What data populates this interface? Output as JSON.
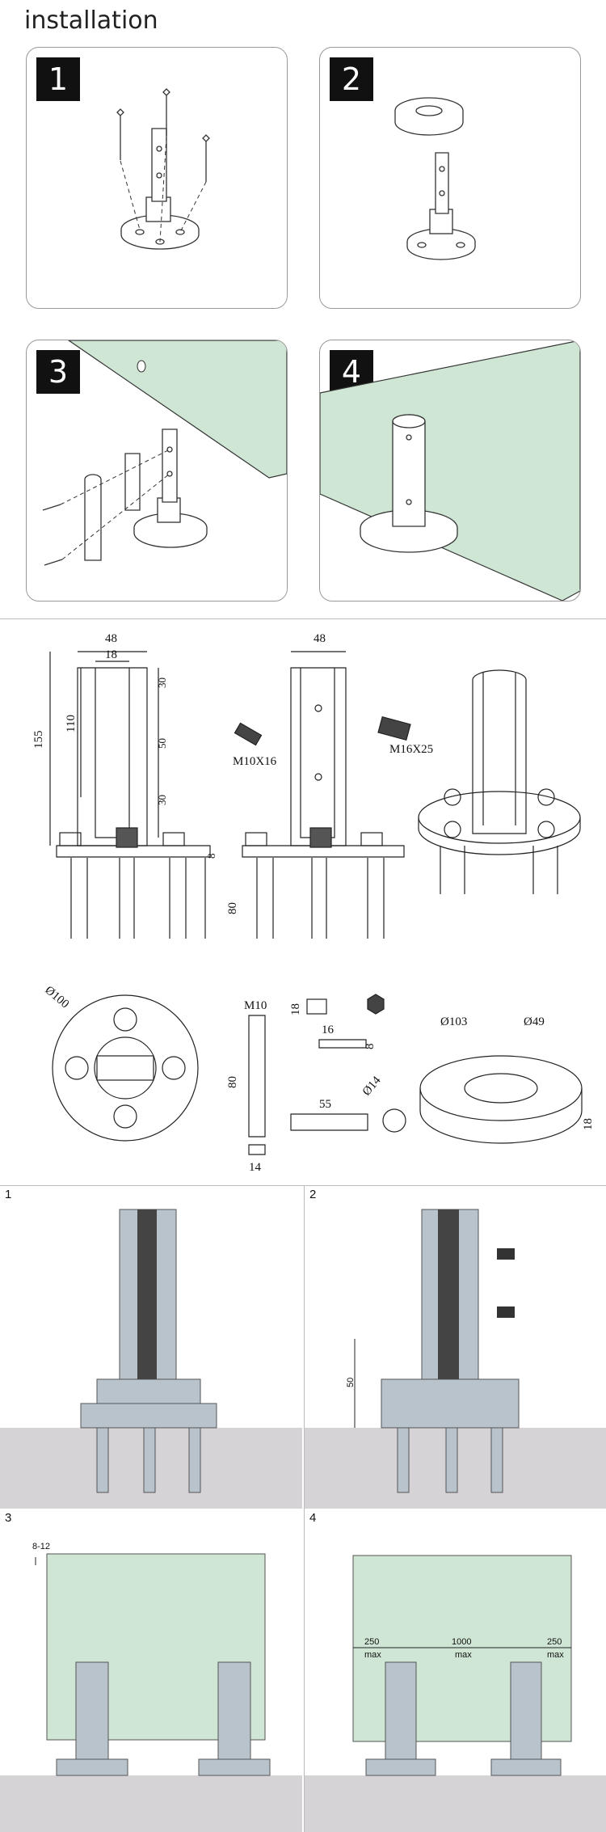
{
  "title": "installation",
  "steps": [
    {
      "num": "1"
    },
    {
      "num": "2"
    },
    {
      "num": "3"
    },
    {
      "num": "4"
    }
  ],
  "dimensions": {
    "width_48": "48",
    "width_18": "18",
    "height_155": "155",
    "height_110": "110",
    "seg_30a": "30",
    "seg_50": "50",
    "seg_30b": "30",
    "base_8": "8",
    "anchor_80": "80",
    "width_48b": "48",
    "screw_a": "M10X16",
    "screw_b": "M16X25",
    "dia_100": "Ø100",
    "bolt_m10": "M10",
    "bolt_80": "80",
    "bolt_14": "14",
    "nut_18": "18",
    "nut_16": "16",
    "nut_8": "8",
    "sleeve_55": "55",
    "sleeve_dia": "Ø14",
    "ring_103": "Ø103",
    "ring_49": "Ø49",
    "ring_18": "18"
  },
  "detail_panels": [
    {
      "num": "1"
    },
    {
      "num": "2",
      "height_label": "50"
    },
    {
      "num": "3",
      "gap_label": "8-12"
    },
    {
      "num": "4",
      "edge_left": "250",
      "edge_left_sub": "max",
      "span": "1000",
      "span_sub": "max",
      "edge_right": "250",
      "edge_right_sub": "max"
    }
  ],
  "colors": {
    "glass": "#cfe6d4",
    "metal": "#b9c3cc",
    "ground": "#d6d3d6",
    "line": "#222222"
  }
}
